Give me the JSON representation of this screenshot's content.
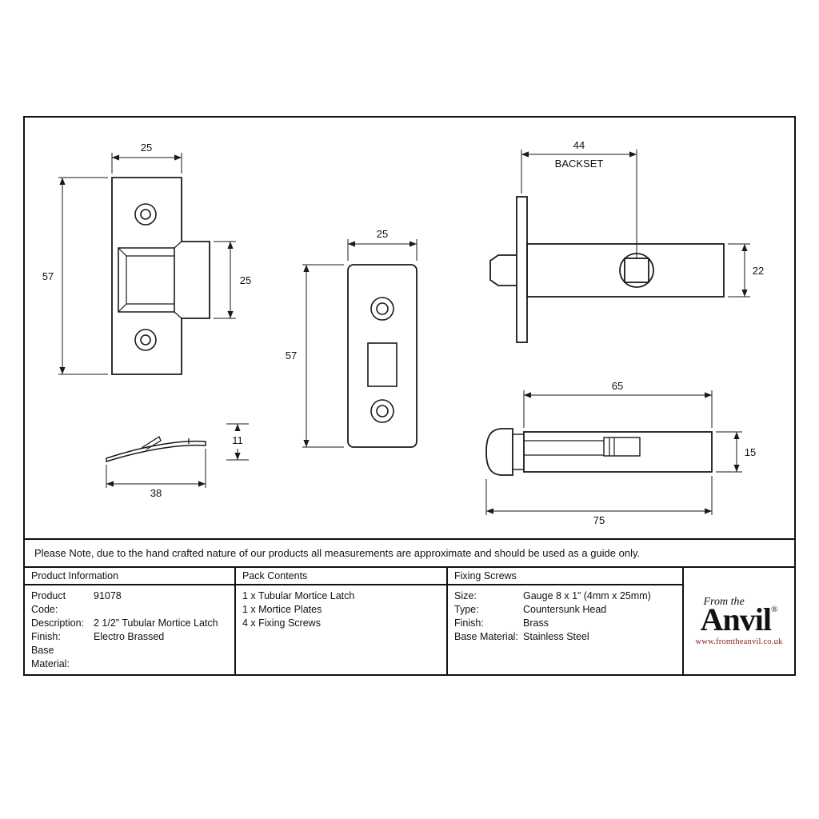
{
  "note": "Please Note, due to the hand crafted nature of our products all measurements are approximate and should be used as a guide only.",
  "table": {
    "product_information": {
      "header": "Product Information",
      "rows": [
        {
          "label": "Product Code:",
          "value": "91078"
        },
        {
          "label": "Description:",
          "value": "2 1/2” Tubular Mortice Latch"
        },
        {
          "label": "Finish:",
          "value": "Electro Brassed"
        },
        {
          "label": "Base Material:",
          "value": ""
        }
      ]
    },
    "pack_contents": {
      "header": "Pack Contents",
      "items": [
        "1 x Tubular Mortice Latch",
        "1 x Mortice Plates",
        "4 x Fixing Screws"
      ]
    },
    "fixing_screws": {
      "header": "Fixing Screws",
      "rows": [
        {
          "label": "Size:",
          "value": "Gauge 8 x 1” (4mm x 25mm)"
        },
        {
          "label": "Type:",
          "value": "Countersunk Head"
        },
        {
          "label": "Finish:",
          "value": "Brass"
        },
        {
          "label": "Base Material:",
          "value": "Stainless Steel"
        }
      ]
    }
  },
  "brand": {
    "pre": "From the",
    "name": "Anvil",
    "reg": "®",
    "website": "www.fromtheanvil.co.uk",
    "website_color": "#8a1c1c"
  },
  "dimensions": {
    "strike_plate": {
      "width": "25",
      "height": "57",
      "lip_height": "25"
    },
    "mortice_plate": {
      "width": "25",
      "height": "57"
    },
    "latch_rear": {
      "backset": "44",
      "backset_label": "BACKSET",
      "case_height": "22"
    },
    "dust_cover": {
      "height": "11",
      "length": "38"
    },
    "latch_side": {
      "case_length": "65",
      "bolt_height": "15",
      "overall_length": "75"
    }
  }
}
